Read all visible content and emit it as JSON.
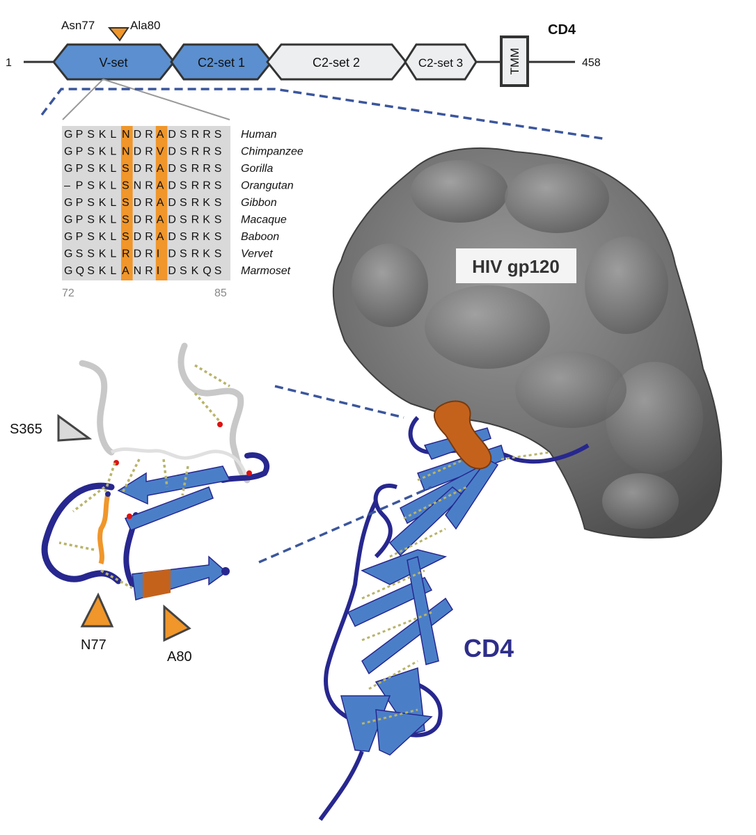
{
  "domain_map": {
    "protein_name": "CD4",
    "start_label": "1",
    "end_label": "458",
    "site_labels": {
      "left": "Asn77",
      "right": "Ala80"
    },
    "domains": [
      {
        "label": "V-set",
        "color": "#5b8fcf"
      },
      {
        "label": "C2-set 1",
        "color": "#5b8fcf"
      },
      {
        "label": "C2-set 2",
        "color": "#eceef0"
      },
      {
        "label": "C2-set 3",
        "color": "#eceef0"
      }
    ],
    "tm_label": "TMM"
  },
  "alignment": {
    "highlight_color": "#f0962a",
    "background_color": "#d9d9d9",
    "highlight_columns": [
      5,
      8
    ],
    "start_position": "72",
    "end_position": "85",
    "rows": [
      {
        "species": "Human",
        "sequence": "GPSKLNDRADSRRS"
      },
      {
        "species": "Chimpanzee",
        "sequence": "GPSKLNDRVDSRRS"
      },
      {
        "species": "Gorilla",
        "sequence": "GPSKLSDRADSRRS"
      },
      {
        "species": "Orangutan",
        "sequence": "–PSKLSNRADSRRS"
      },
      {
        "species": "Gibbon",
        "sequence": "GPSKLSDRADSRKS"
      },
      {
        "species": "Macaque",
        "sequence": "GPSKLSDRADSRKS"
      },
      {
        "species": "Baboon",
        "sequence": "GPSKLSDRADSRKS"
      },
      {
        "species": "Vervet",
        "sequence": "GSSKLRDRIDSRKS"
      },
      {
        "species": "Marmoset",
        "sequence": "GQSKLANRIDSKQS"
      }
    ]
  },
  "structure": {
    "gp120_label": "HIV gp120",
    "cd4_label": "CD4",
    "cd4_label_color": "#2e2e8a",
    "surface_color": "#6e6e6e",
    "ribbon_color": "#4a7fc8",
    "coil_color": "#27278f",
    "hotspot_color": "#c4621c"
  },
  "inset": {
    "markers": [
      {
        "label": "S365",
        "color": "#d9d9d9"
      },
      {
        "label": "N77",
        "color": "#f0962a"
      },
      {
        "label": "A80",
        "color": "#f0962a"
      }
    ]
  }
}
